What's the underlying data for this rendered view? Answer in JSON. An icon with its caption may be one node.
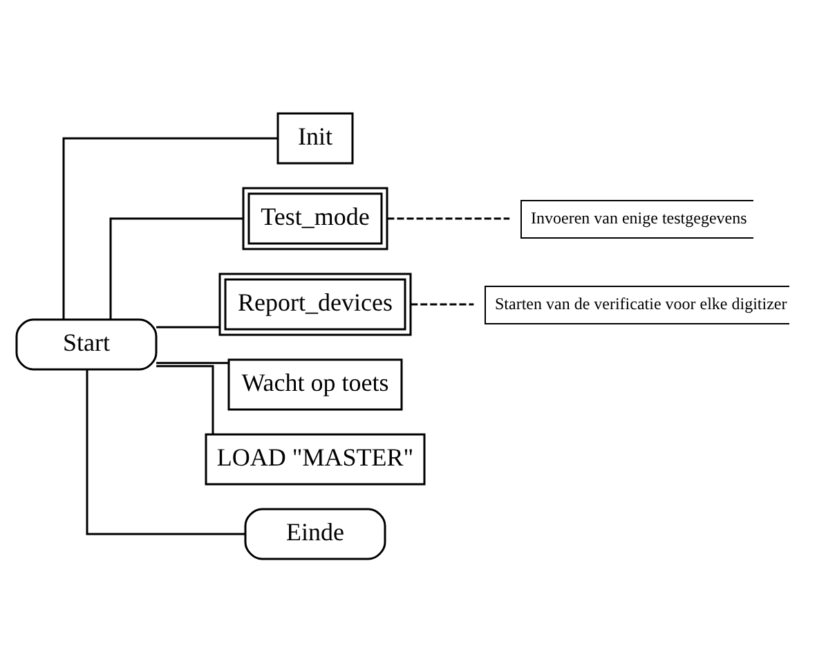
{
  "diagram": {
    "nodes": [
      {
        "text": [
          "Start"
        ]
      },
      {
        "text": [
          "Init"
        ]
      },
      {
        "text": [
          "Test_mode"
        ]
      },
      {
        "text": [
          "Invoeren van enige testgegevens"
        ]
      },
      {
        "text": [
          "Report_devices"
        ]
      },
      {
        "text": [
          "Starten van de verificatie voor elke digitizer"
        ]
      },
      {
        "text": [
          "Wacht op toets"
        ]
      },
      {
        "text": [
          "LOAD \"MASTER\""
        ]
      },
      {
        "text": [
          "Einde"
        ]
      }
    ],
    "edges": [
      {
        "from": 0,
        "to": 1,
        "arrow": "none"
      },
      {
        "from": 0,
        "to": 2,
        "arrow": "none"
      },
      {
        "from": 2,
        "to": 3,
        "arrow": "none",
        "style": "dashed"
      },
      {
        "from": 0,
        "to": 4,
        "arrow": "none"
      },
      {
        "from": 4,
        "to": 5,
        "arrow": "none",
        "style": "dashed"
      },
      {
        "from": 0,
        "to": 6,
        "arrow": "none"
      },
      {
        "from": 0,
        "to": 7,
        "arrow": "none"
      },
      {
        "from": 0,
        "to": 8,
        "arrow": "none"
      }
    ]
  }
}
